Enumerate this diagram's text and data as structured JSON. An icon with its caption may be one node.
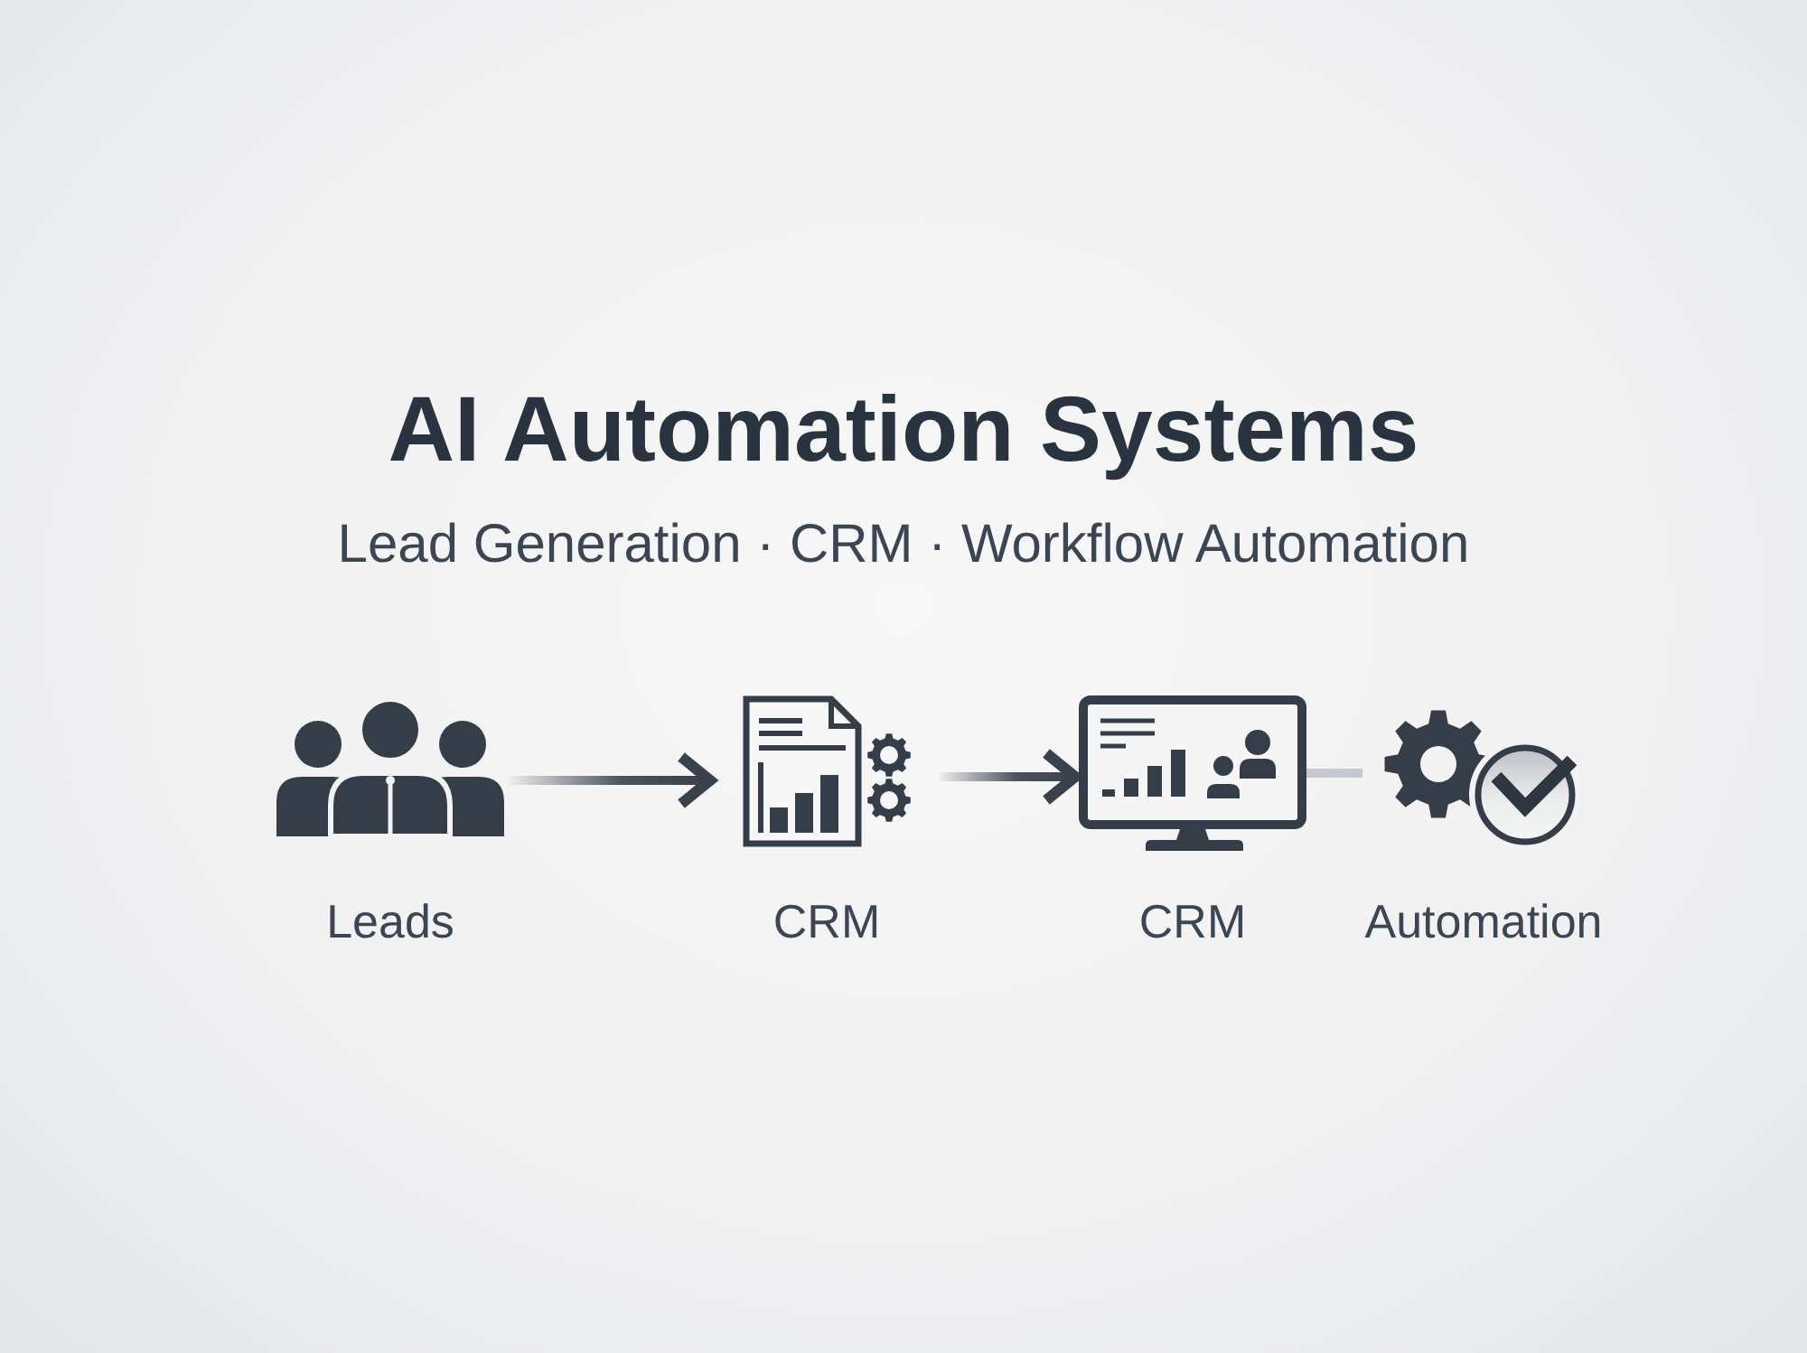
{
  "diagram": {
    "title": "AI Automation Systems",
    "nodes": [
      {
        "text": [
          "Leads"
        ]
      },
      {
        "text": [
          "CRM"
        ]
      },
      {
        "text": [
          "CRM"
        ]
      },
      {
        "text": [
          "Automation"
        ]
      }
    ],
    "edges": [
      {
        "from": 0,
        "to": 1,
        "arrow": "to"
      },
      {
        "from": 1,
        "to": 2,
        "arrow": "to"
      },
      {
        "from": 2,
        "to": 3,
        "arrow": "none",
        "color": "#c5c8cc"
      }
    ],
    "labels": [
      "Lead Generation · CRM · Workflow Automation"
    ]
  }
}
